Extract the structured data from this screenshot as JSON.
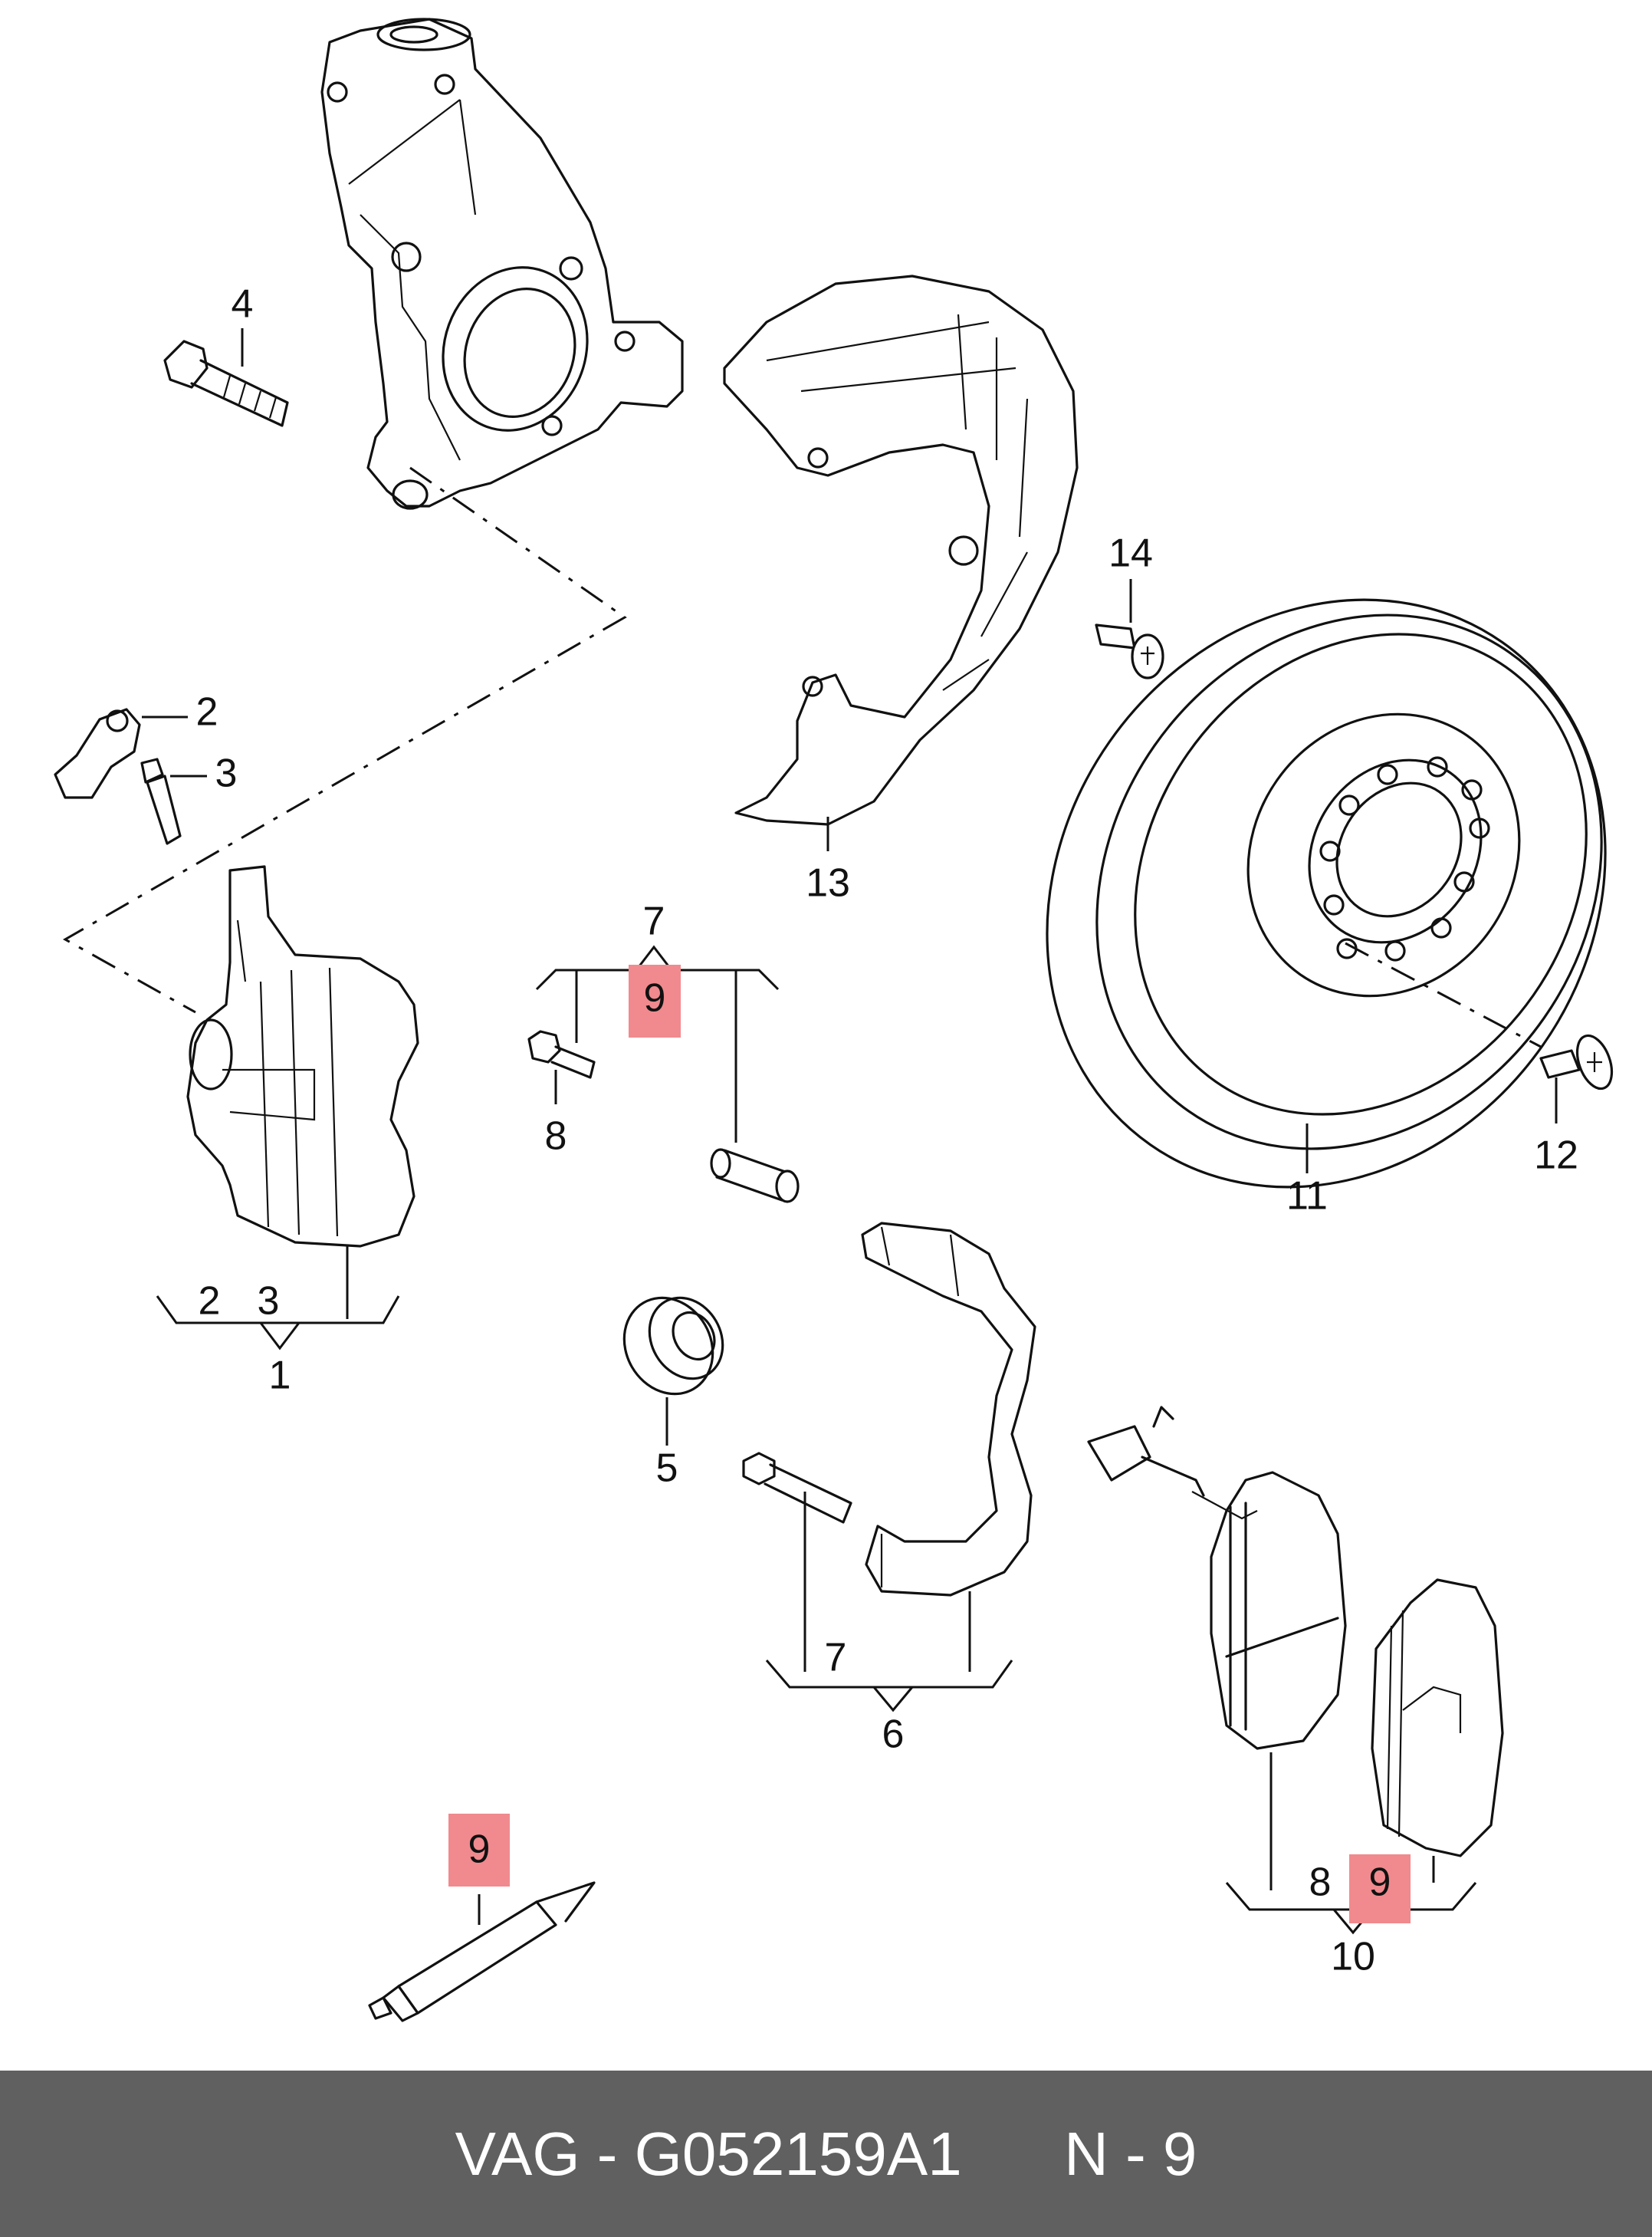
{
  "callouts": {
    "c1": "1",
    "c2a": "2",
    "c2b": "2",
    "c3a": "3",
    "c3b": "3",
    "c4": "4",
    "c5": "5",
    "c6": "6",
    "c7a": "7",
    "c7b": "7",
    "c8a": "8",
    "c8b": "8",
    "c9a": "9",
    "c9b": "9",
    "c9c": "9",
    "c10": "10",
    "c11": "11",
    "c12": "12",
    "c13": "13",
    "c14": "14"
  },
  "highlight_color": "#f08a8e",
  "footer": {
    "brand": "VAG",
    "sep": " - ",
    "part_number": "G052159A1",
    "ref": "N - 9"
  }
}
